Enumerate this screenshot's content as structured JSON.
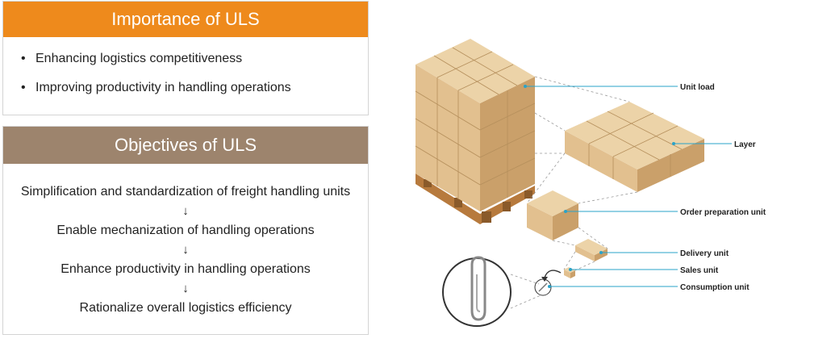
{
  "importance": {
    "title": "Importance of ULS",
    "items": [
      "Enhancing logistics competitiveness",
      "Improving productivity in handling operations"
    ]
  },
  "objectives": {
    "title": "Objectives of ULS",
    "steps": [
      "Simplification and standardization of freight handling units",
      "Enable mechanization of handling operations",
      "Enhance productivity in handling operations",
      "Rationalize overall logistics efficiency"
    ],
    "arrow": "↓"
  },
  "diagram": {
    "labels": {
      "unit_load": "Unit load",
      "layer": "Layer",
      "order_preparation_unit": "Order preparation unit",
      "delivery_unit": "Delivery unit",
      "sales_unit": "Sales unit",
      "consumption_unit": "Consumption unit"
    },
    "colors": {
      "box_front": "#e2c08f",
      "box_top": "#ecd3a8",
      "box_side": "#caa06a",
      "pallet": "#b77a3d",
      "leader": "#2aa3c9",
      "dotted": "#9a9a9a"
    }
  }
}
